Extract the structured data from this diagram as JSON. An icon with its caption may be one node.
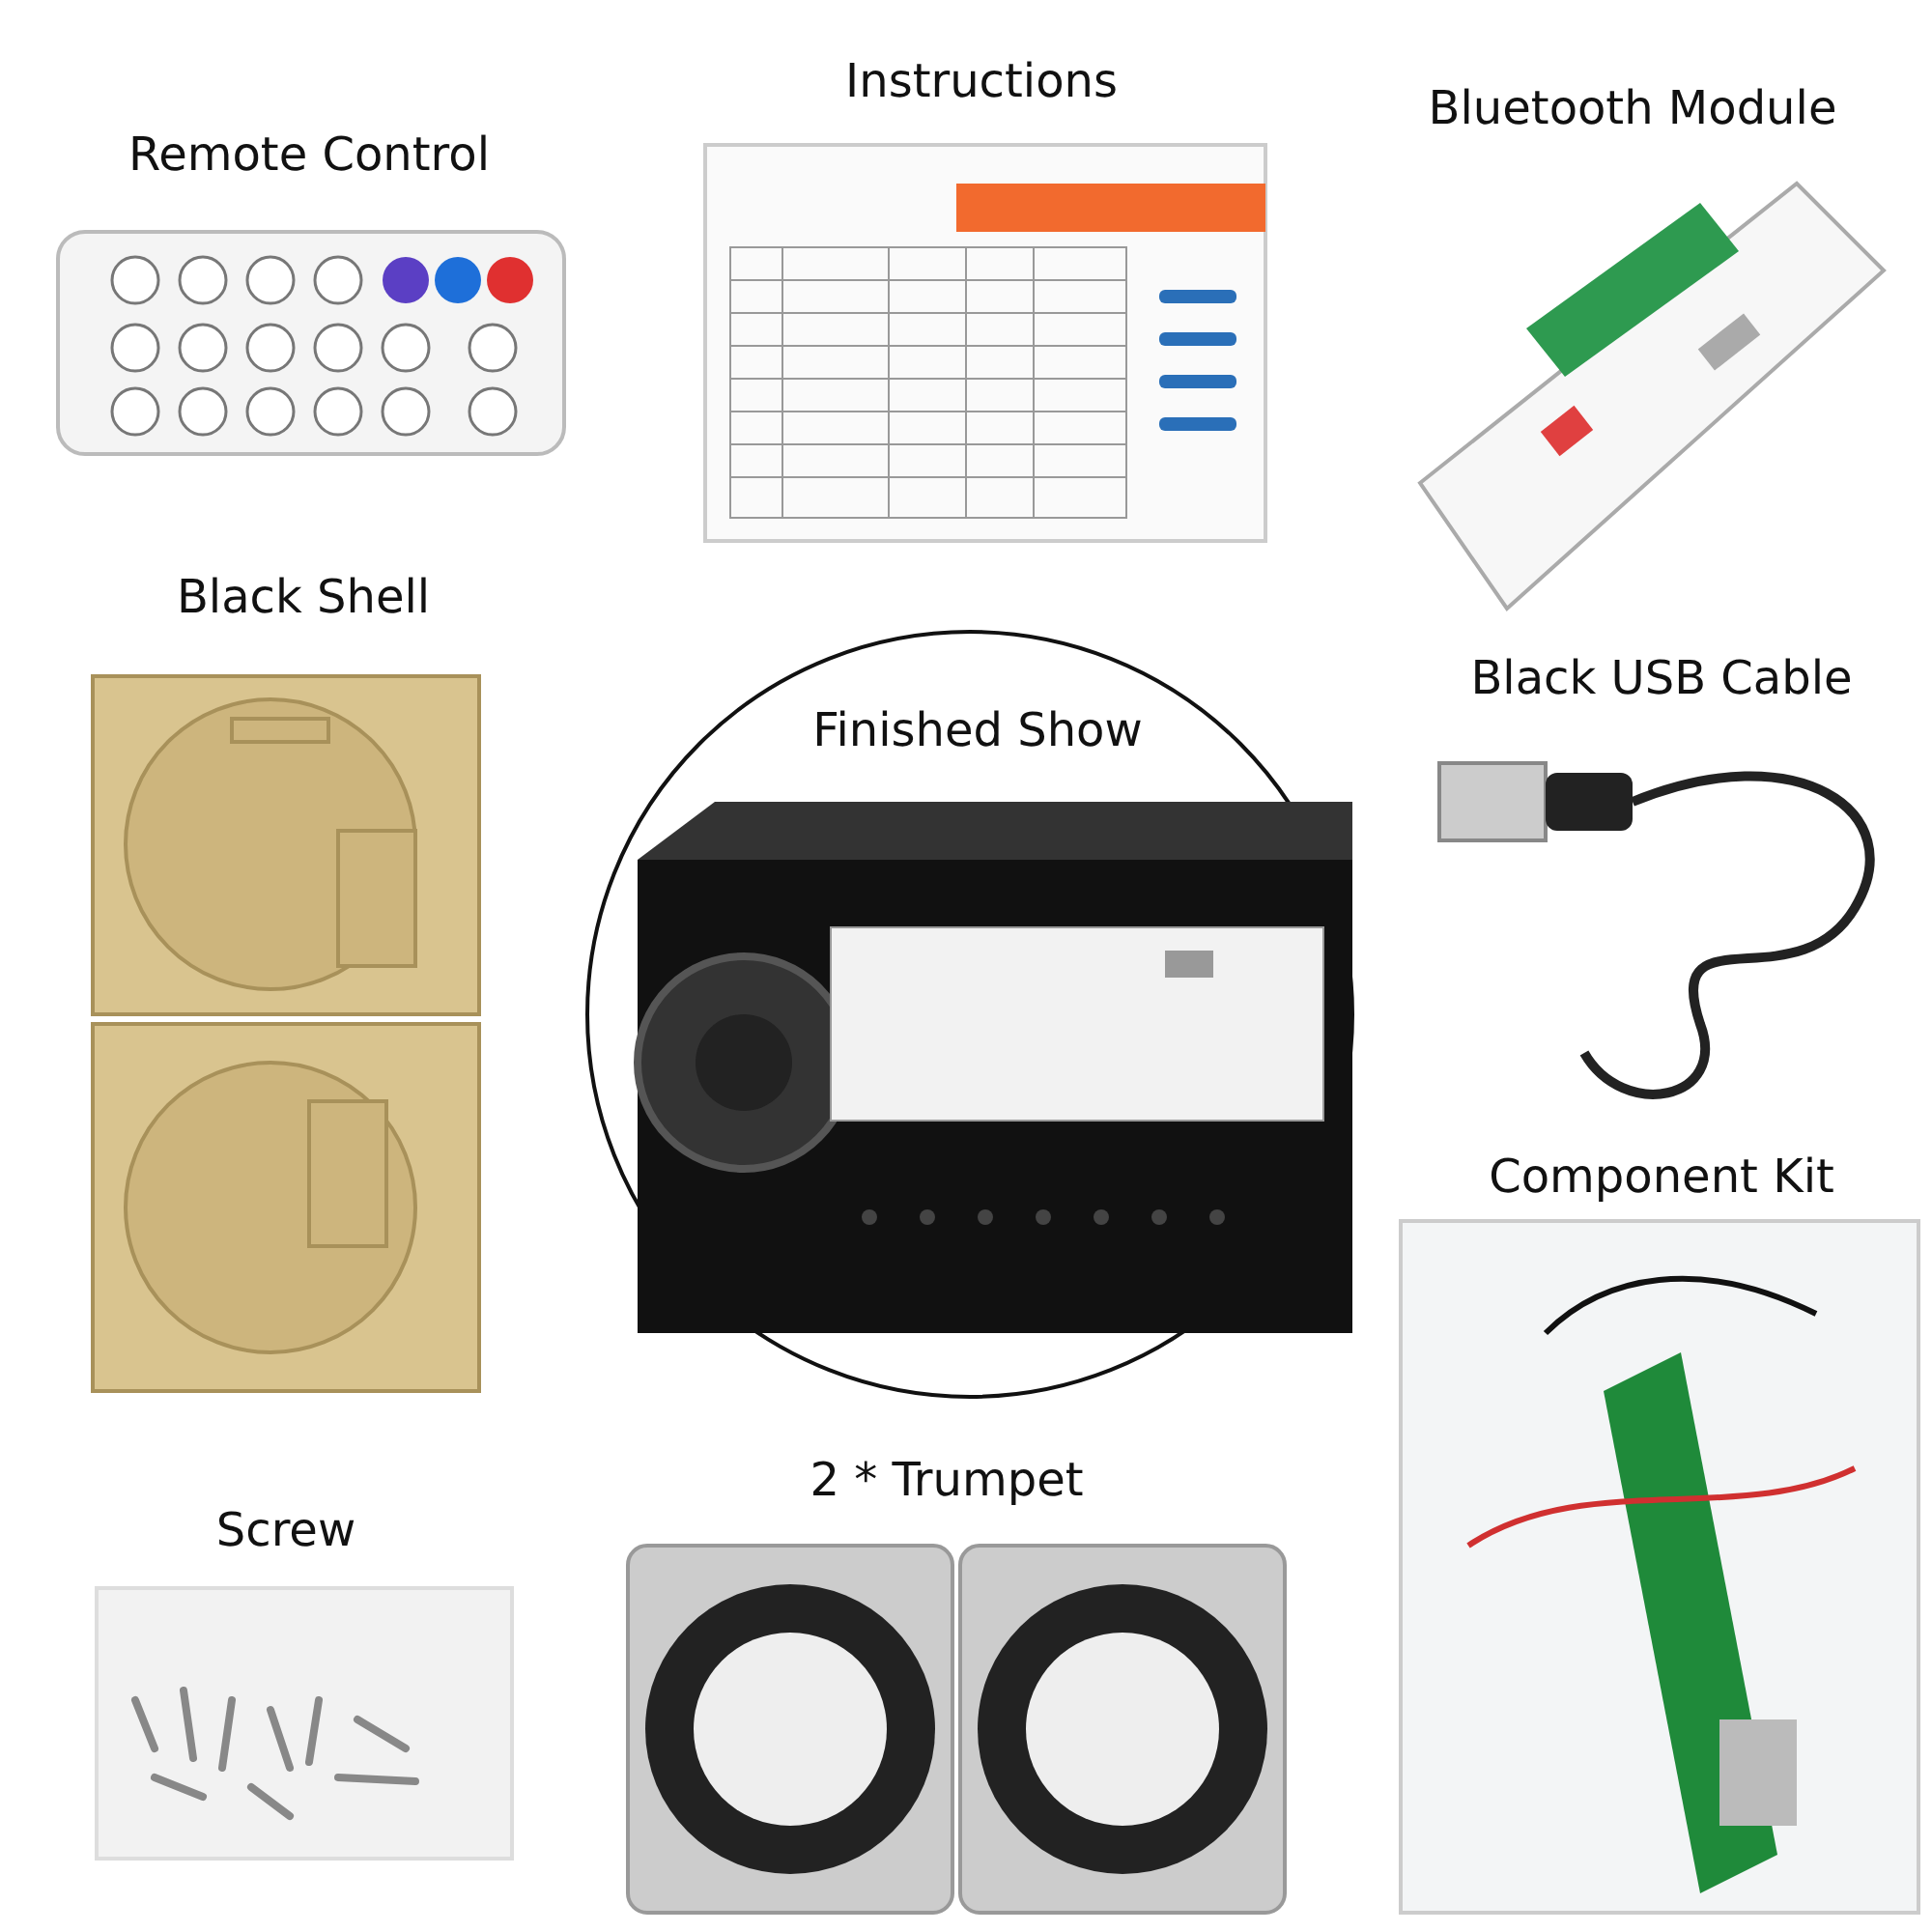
{
  "diagram": {
    "nodes": [
      {
        "text": [
          "Finished Show"
        ]
      }
    ],
    "edges": [],
    "labels": [
      "Remote Control",
      "Instructions",
      "Bluetooth Module",
      "Black Shell",
      "Black USB Cable",
      "Component Kit",
      "Screw",
      "2 * Trumpet"
    ]
  }
}
